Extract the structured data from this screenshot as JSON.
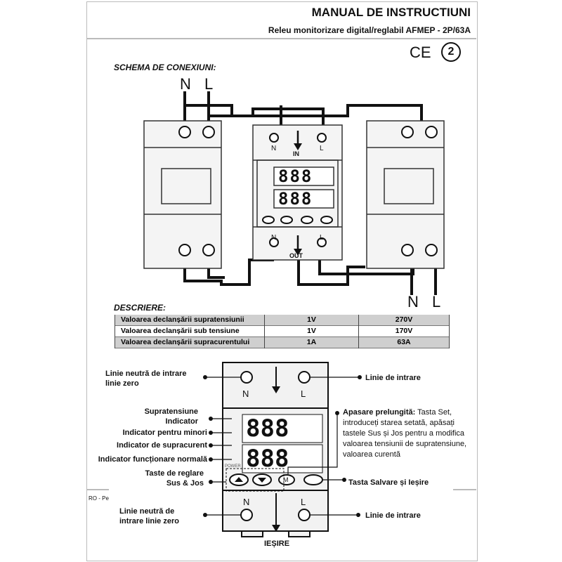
{
  "header": {
    "title": "MANUAL DE INSTRUCTIUNI",
    "subtitle": "Releu monitorizare digital/reglabil AFMEP - 2P/63A",
    "ce_mark": "CE",
    "recycle_badge": "2"
  },
  "sections": {
    "connection": "SCHEMA DE CONEXIUNI:",
    "description": "DESCRIERE:"
  },
  "wiring": {
    "top_n": "N",
    "top_l": "L",
    "bottom_n": "N",
    "bottom_l": "L",
    "relay_in": "IN",
    "relay_out": "OUT",
    "n": "N",
    "l": "L",
    "display_digits": "888"
  },
  "spec_table": {
    "rows": [
      {
        "label": "Valoarea declanșării supratensiunii",
        "min": "1V",
        "max": "270V"
      },
      {
        "label": "Valoarea declanșării sub tensiune",
        "min": "1V",
        "max": "170V"
      },
      {
        "label": "Valoarea declanșării supracurentului",
        "min": "1A",
        "max": "63A"
      }
    ]
  },
  "device": {
    "in_neutral": "Linie neutră de intrare linie zero",
    "in_line": "Linie de intrare",
    "overvoltage": "Supratensiune Indicator",
    "undervoltage": "Indicator pentru minori",
    "overcurrent": "Indicator de supracurent",
    "normal": "Indicator funcționare normală",
    "adjust_keys": "Taste de reglare Sus & Jos",
    "long_press_title": "Apasare prelungită:",
    "long_press_text": "Tasta Set, introduceți starea setată, apăsați tastele Sus și Jos pentru a modifica valoarea tensiunii de supratensiune, valoarea curentă",
    "save_exit": "Tasta Salvare și Ieșire",
    "out_neutral": "Linie neutră de intrare linie zero",
    "out_line": "Linie de intrare",
    "output": "IEȘIRE",
    "power": "POWER",
    "n": "N",
    "l": "L",
    "m_key": "M",
    "digits": "888"
  },
  "footer": {
    "lang": "RO - Pe"
  }
}
